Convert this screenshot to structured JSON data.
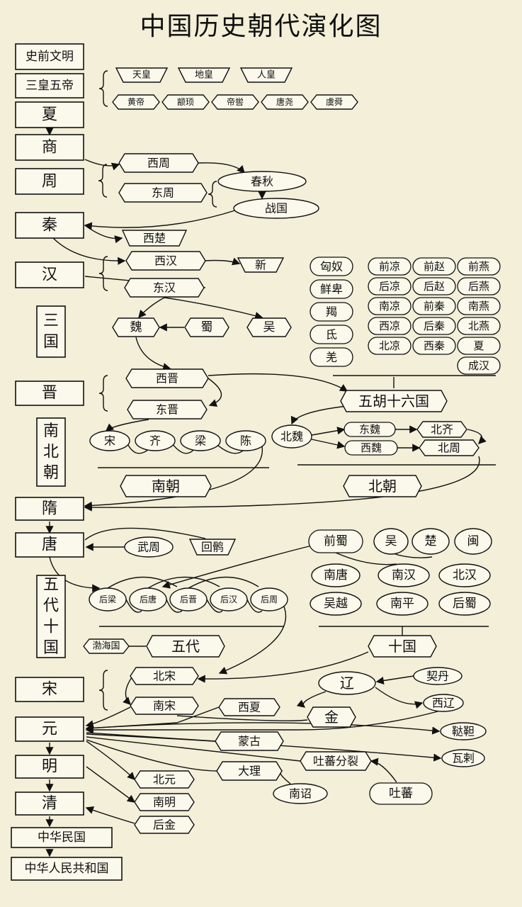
{
  "title": "中国历史朝代演化图",
  "main_column": [
    "史前文明",
    "三皇五帝",
    "夏",
    "商",
    "周",
    "秦",
    "汉",
    "三国",
    "晋",
    "南北朝",
    "隋",
    "唐",
    "五代十国",
    "宋",
    "元",
    "明",
    "清",
    "中华民国",
    "中华人民共和国"
  ],
  "sanhuang": [
    "天皇",
    "地皇",
    "人皇"
  ],
  "wudi": [
    "黄帝",
    "颛顼",
    "帝喾",
    "唐尧",
    "虞舜"
  ],
  "zhou": {
    "west": "西周",
    "east": "东周",
    "chunqiu": "春秋",
    "zhanguo": "战国"
  },
  "qin_branch": "西楚",
  "han": {
    "west": "西汉",
    "xin": "新",
    "east": "东汉"
  },
  "sanguo": [
    "魏",
    "蜀",
    "吴"
  ],
  "jin": {
    "west": "西晋",
    "east": "东晋"
  },
  "wuhu": [
    "匈奴",
    "鲜卑",
    "羯",
    "氐",
    "羌"
  ],
  "sixteen": [
    "前凉",
    "前赵",
    "前燕",
    "后凉",
    "后赵",
    "后燕",
    "南凉",
    "前秦",
    "南燕",
    "西凉",
    "后秦",
    "北燕",
    "北凉",
    "西秦",
    "夏",
    "成汉"
  ],
  "wuhu_label": "五胡十六国",
  "nanchao": [
    "宋",
    "齐",
    "梁",
    "陈"
  ],
  "nanchao_label": "南朝",
  "beichao": {
    "beiwei": "北魏",
    "dongwei": "东魏",
    "beiqi": "北齐",
    "xiwei": "西魏",
    "beizhou": "北周"
  },
  "beichao_label": "北朝",
  "tang_branches": [
    "武周",
    "回鹘"
  ],
  "wudai": [
    "后梁",
    "后唐",
    "后晋",
    "后汉",
    "后周"
  ],
  "wudai_label": "五代",
  "bohai": "渤海国",
  "shiguo": [
    "前蜀",
    "吴",
    "楚",
    "闽",
    "南唐",
    "南汉",
    "北汉",
    "吴越",
    "南平",
    "后蜀"
  ],
  "shiguo_label": "十国",
  "song": {
    "north": "北宋",
    "south": "南宋"
  },
  "others": {
    "xixia": "西夏",
    "liao": "辽",
    "jin": "金",
    "qidan": "契丹",
    "xiliao": "西辽",
    "mongol": "蒙古",
    "dada": "鞑靼",
    "wala": "瓦剌",
    "tubo_split": "吐蕃分裂",
    "dali": "大理",
    "nanzhao": "南诏",
    "tubo": "吐蕃"
  },
  "ming_branches": [
    "北元",
    "南明",
    "后金"
  ]
}
